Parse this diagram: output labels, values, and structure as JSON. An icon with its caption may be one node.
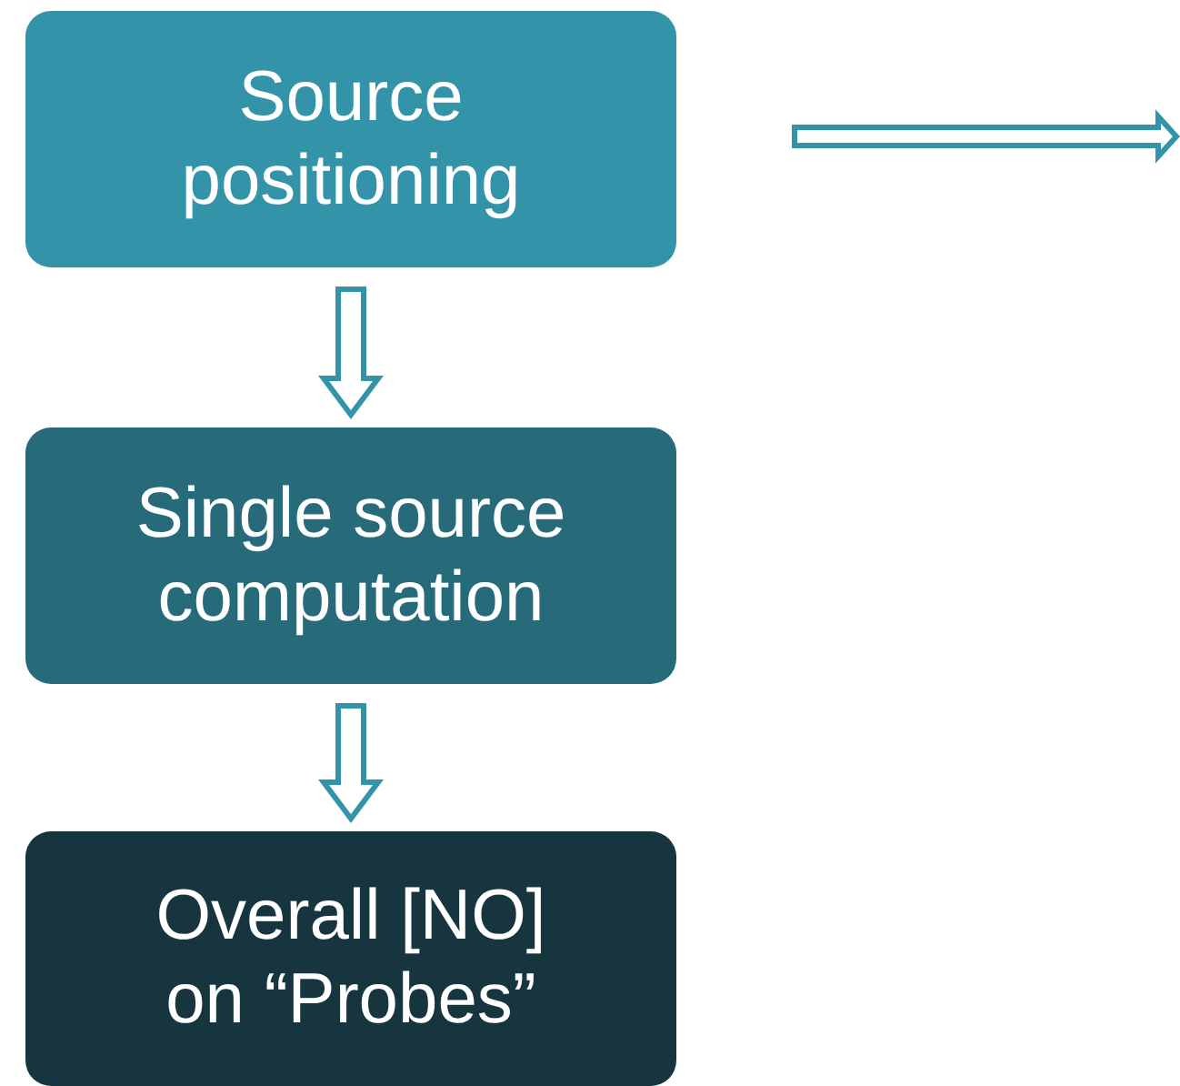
{
  "diagram": {
    "nodes": [
      {
        "text": [
          "Source positioning"
        ]
      },
      {
        "text": [
          "Single source computation"
        ]
      },
      {
        "text": [
          "Overall [NO] on “Probes”"
        ]
      }
    ],
    "edges": [
      {
        "from": 0,
        "to": 1,
        "arrow": "to"
      },
      {
        "from": 1,
        "to": 2,
        "arrow": "to"
      }
    ]
  }
}
